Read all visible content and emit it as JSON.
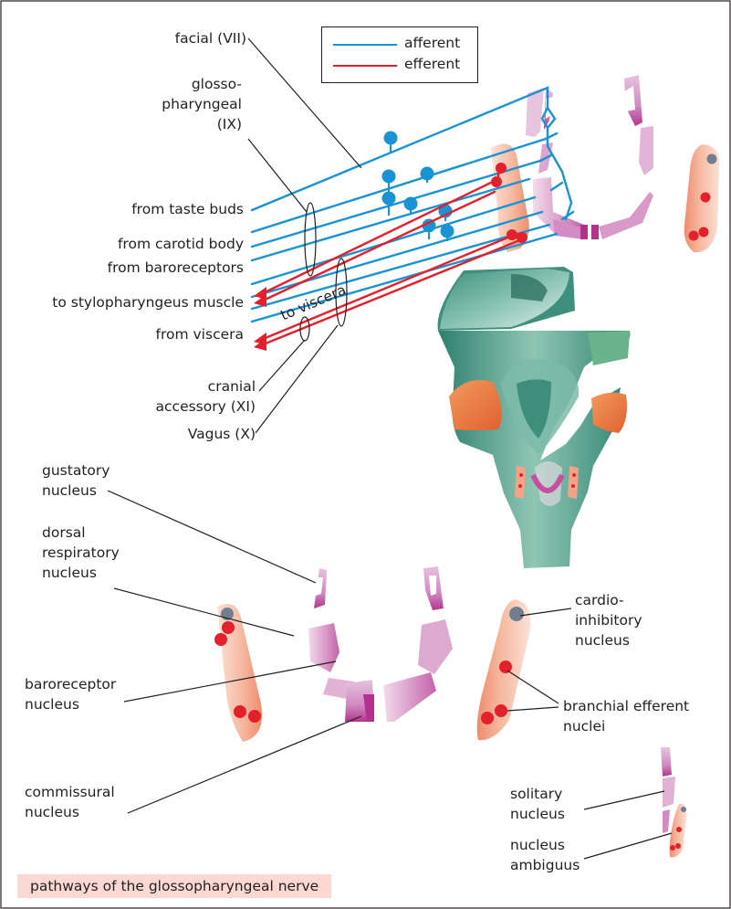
{
  "legend": {
    "afferent": {
      "label": "afferent",
      "color": "#1a93d5"
    },
    "efferent": {
      "label": "efferent",
      "color": "#e3202b"
    }
  },
  "labels": {
    "facial": "facial (VII)",
    "glossopharyngeal": "glosso-\npharyngeal\n(IX)",
    "taste_buds": "from taste buds",
    "carotid_body": "from carotid body",
    "baroreceptors": "from baroreceptors",
    "stylopharyngeus": "to stylopharyngeus muscle",
    "viscera": "from viscera",
    "to_viscera": "to viscera",
    "cranial_accessory": "cranial\naccessory (XI)",
    "vagus": "Vagus (X)",
    "gustatory": "gustatory\nnucleus",
    "dorsal_respiratory": "dorsal\nrespiratory\nnucleus",
    "baroreceptor_nucleus": "baroreceptor\nnucleus",
    "commissural": "commissural\nnucleus",
    "cardioinhibitory": "cardio-\ninhibitory\nnucleus",
    "branchial_efferent": "branchial efferent\nnuclei",
    "solitary": "solitary\nnucleus",
    "ambiguus": "nucleus\nambiguus"
  },
  "caption": "pathways of the glossopharyngeal nerve",
  "colors": {
    "afferent": "#1a93d5",
    "efferent": "#e3202b",
    "solitary_tract": "#c64f9f",
    "nucleus_ambiguus": "#f2a487",
    "dorsal_vagal": "#6f7f8e",
    "brainstem": "#3a9180",
    "caption_bg": "#fbd9d2"
  }
}
